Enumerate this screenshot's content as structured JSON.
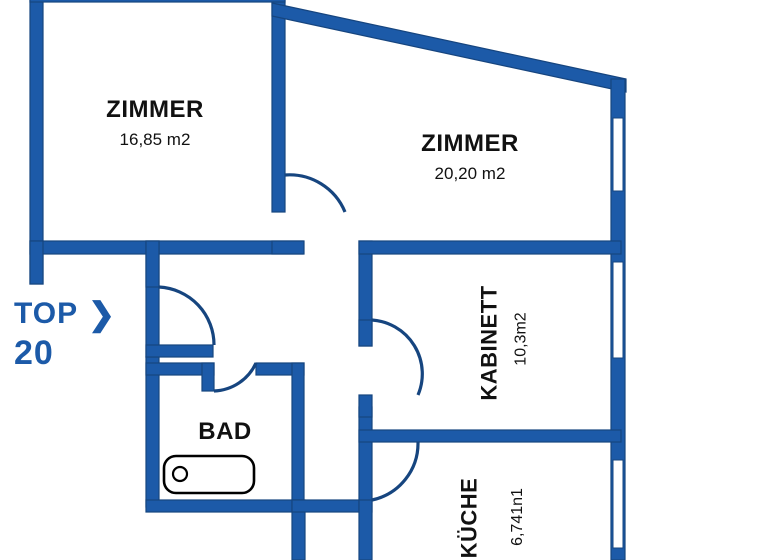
{
  "plan": {
    "title": "TOP 20",
    "unit_badge": {
      "prefix": "TOP",
      "chevron": "chevron-right-icon",
      "number": "20"
    },
    "colors": {
      "wall": "#1c5aa8",
      "wall_stroke": "#16457f",
      "text": "#111111",
      "badge": "#1c5aa8",
      "background": "#ffffff",
      "fixture_outline": "#000000"
    },
    "rooms": [
      {
        "key": "zimmer-1",
        "name": "ZIMMER",
        "area": "16,85 m2",
        "orientation": "horizontal"
      },
      {
        "key": "zimmer-2",
        "name": "ZIMMER",
        "area": "20,20 m2",
        "orientation": "horizontal"
      },
      {
        "key": "kabinett",
        "name": "KABINETT",
        "area": "10,3m2",
        "orientation": "vertical"
      },
      {
        "key": "kueche",
        "name": "KÜCHE",
        "area": "6,741n1",
        "orientation": "vertical"
      },
      {
        "key": "bad",
        "name": "BAD",
        "area": "",
        "orientation": "horizontal"
      }
    ],
    "fixtures": [
      {
        "key": "bathtub",
        "label": "bathtub-fixture"
      }
    ],
    "windows": [
      {
        "key": "window-right-1"
      },
      {
        "key": "window-right-2"
      },
      {
        "key": "window-right-3"
      }
    ],
    "doors": [
      {
        "key": "door-zimmer-1"
      },
      {
        "key": "door-entry-hall"
      },
      {
        "key": "door-bad"
      },
      {
        "key": "door-kabinett"
      },
      {
        "key": "door-kueche"
      }
    ]
  }
}
